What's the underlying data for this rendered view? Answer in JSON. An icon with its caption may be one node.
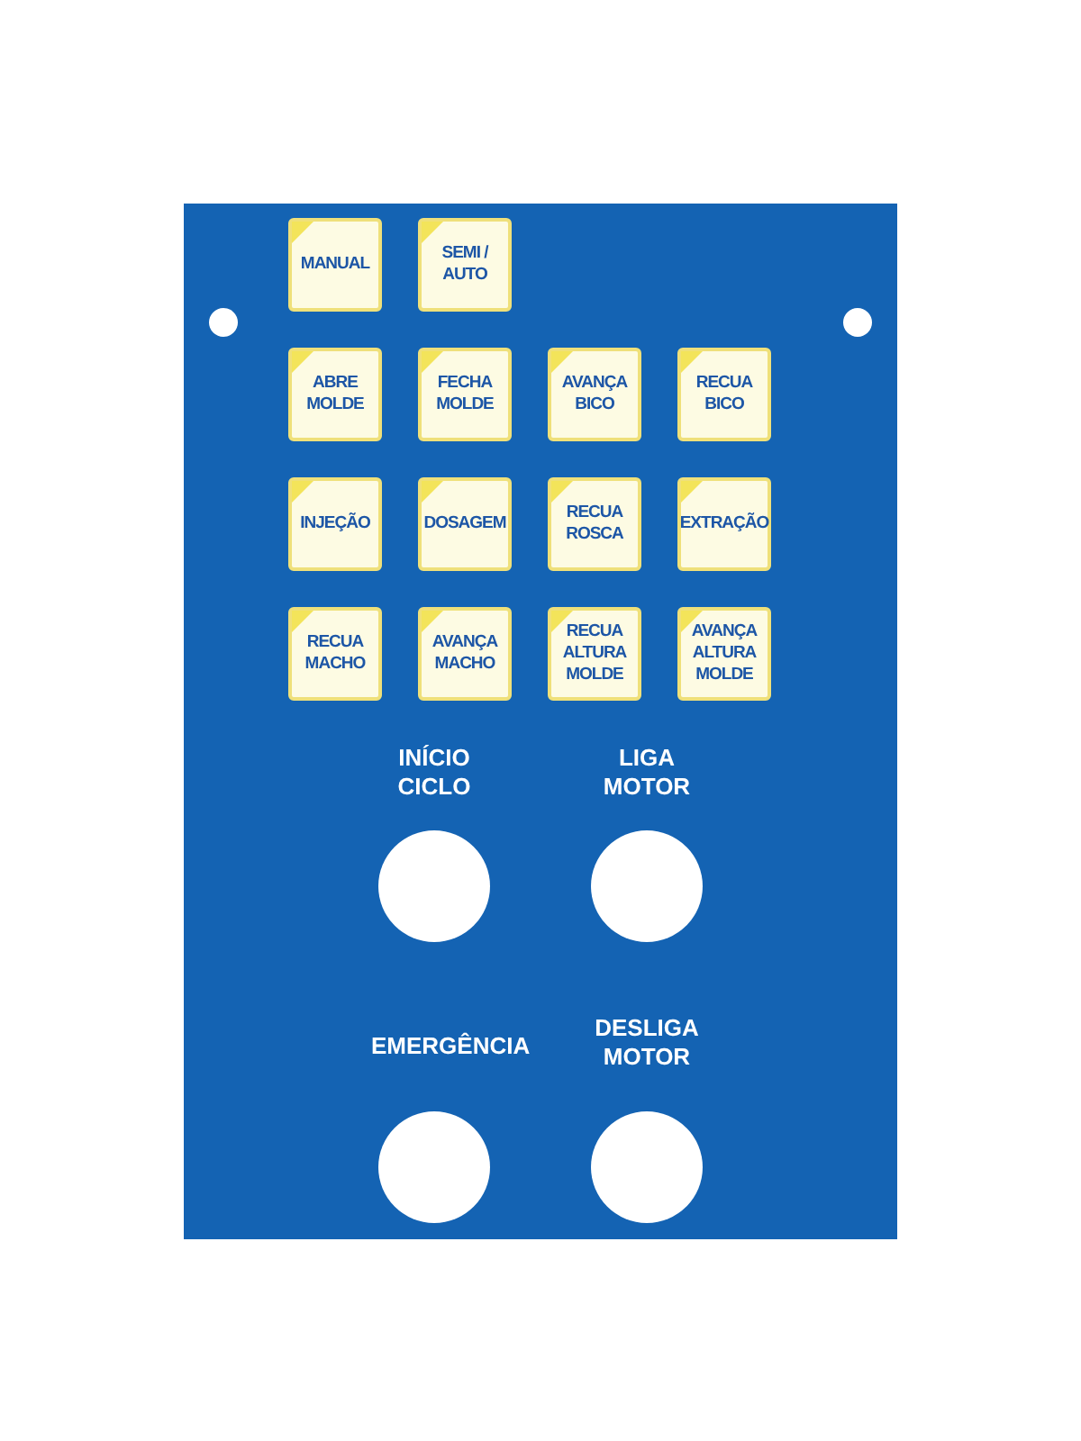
{
  "diagram": {
    "nodes": [
      {
        "text": [],
        "shape": "box"
      },
      {
        "text": [
          "MANUAL"
        ],
        "in": 0
      },
      {
        "text": [
          "SEMI / AUTO"
        ],
        "in": 0
      },
      {
        "text": [
          "ABRE MOLDE"
        ],
        "in": 0
      },
      {
        "text": [
          "FECHA MOLDE"
        ],
        "in": 0
      },
      {
        "text": [
          "AVANÇA BICO"
        ],
        "in": 0
      },
      {
        "text": [
          "RECUA BICO"
        ],
        "in": 0
      },
      {
        "text": [
          "INJEÇÃO"
        ],
        "in": 0
      },
      {
        "text": [
          "DOSAGEM"
        ],
        "in": 0
      },
      {
        "text": [
          "RECUA ROSCA"
        ],
        "in": 0
      },
      {
        "text": [
          "EXTRAÇÃO"
        ],
        "in": 0
      },
      {
        "text": [
          "RECUA MACHO"
        ],
        "in": 0
      },
      {
        "text": [
          "AVANÇA MACHO"
        ],
        "in": 0
      },
      {
        "text": [
          "RECUA ALTURA MOLDE"
        ],
        "in": 0
      },
      {
        "text": [
          "AVANÇA ALTURA MOLDE"
        ],
        "in": 0
      },
      {
        "text": [],
        "shape": "circle",
        "beside": [
          "INÍCIO CICLO"
        ],
        "in": 0
      },
      {
        "text": [],
        "shape": "circle",
        "beside": [
          "LIGA MOTOR"
        ],
        "in": 0
      },
      {
        "text": [],
        "shape": "circle",
        "beside": [
          "EMERGÊNCIA"
        ],
        "in": 0
      },
      {
        "text": [],
        "shape": "circle",
        "beside": [
          "DESLIGA MOTOR"
        ],
        "in": 0
      }
    ]
  }
}
